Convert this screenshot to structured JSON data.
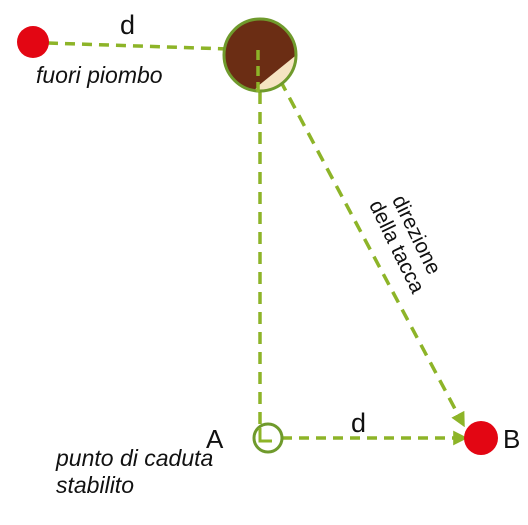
{
  "labels": {
    "d_top": "d",
    "fuori_piombo": "fuori piombo",
    "direzione_line1": "direzione",
    "direzione_line2": "della tacca",
    "point_a": "A",
    "d_bottom": "d",
    "point_b": "B",
    "punto_line1": "punto di caduta",
    "punto_line2": "stabilito"
  },
  "colors": {
    "dash": "#8db428",
    "red": "#e30613",
    "brown": "#6b2d14",
    "cream": "#f6e4c2",
    "ring": "#6f9a2c",
    "text": "#111111"
  }
}
